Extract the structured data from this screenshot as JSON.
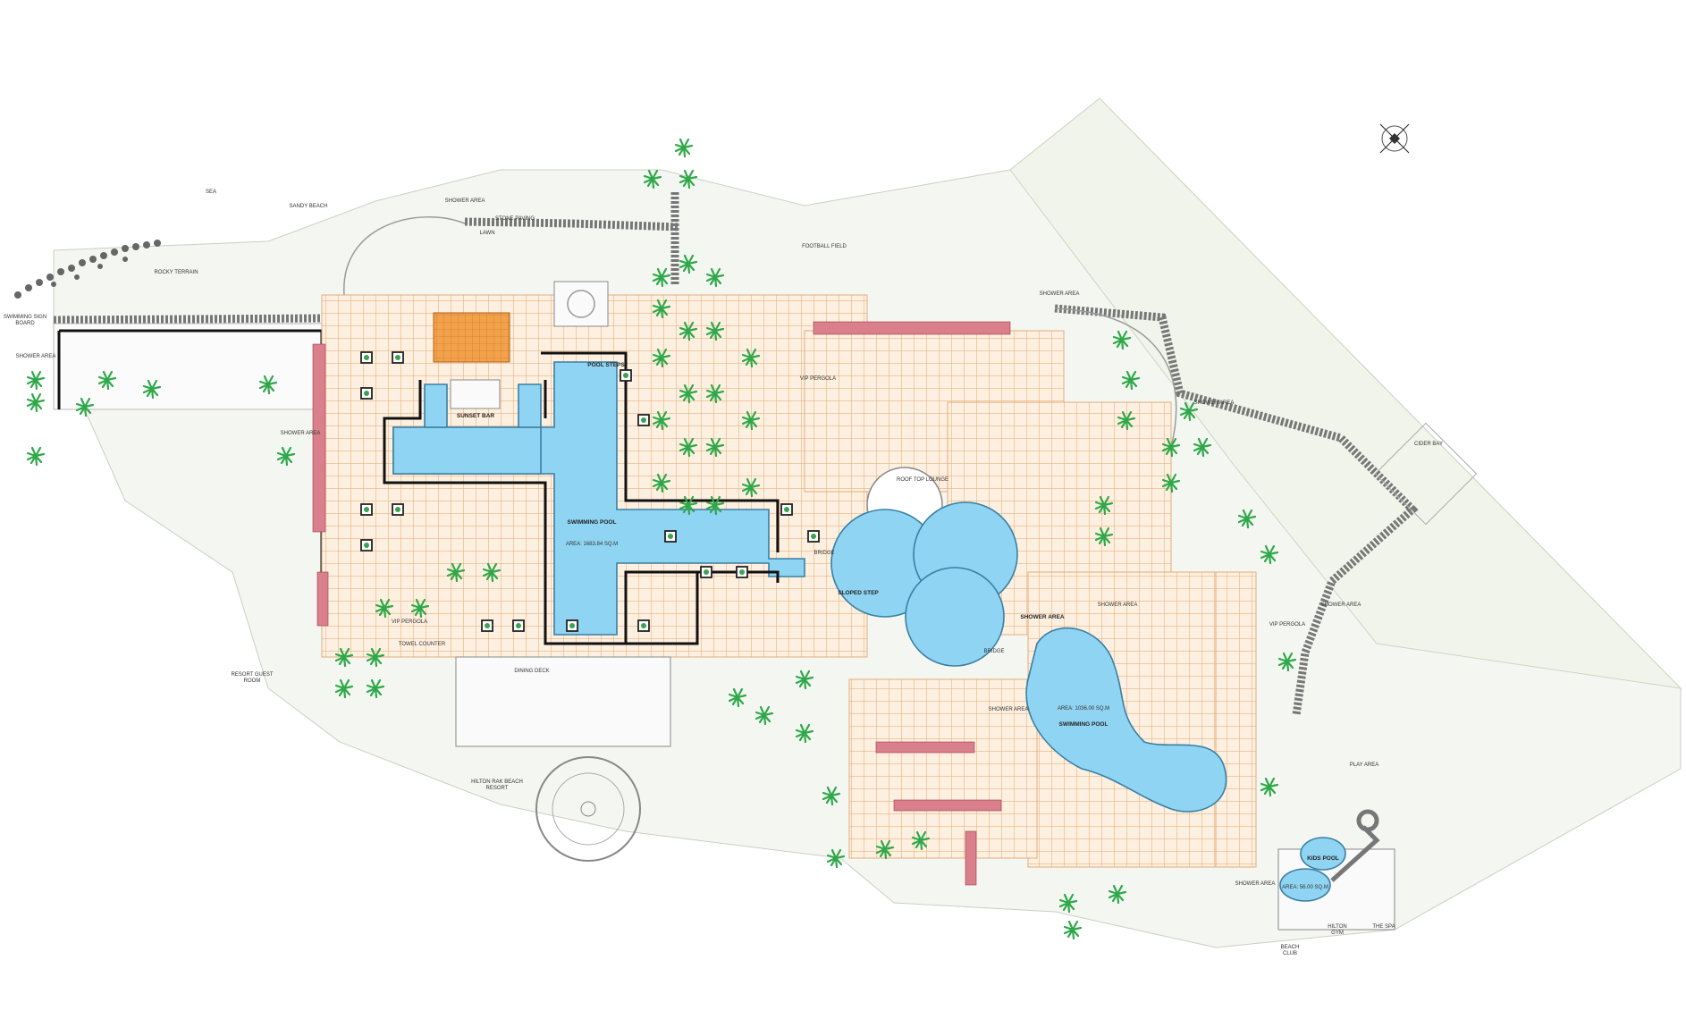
{
  "labels": {
    "sea": "SEA",
    "sandy_beach": "SANDY BEACH",
    "shower_area_top": "SHOWER AREA",
    "stone_paving": "STONE PAVING",
    "lawn": "LAWN",
    "football_field": "FOOTBALL FIELD",
    "rocky_terrain": "ROCKY TERRAIN",
    "swimming_sign_board": "SWIMMING SIGN\nBOARD",
    "shower_area_left": "SHOWER AREA",
    "shower_area_mid_left": "SHOWER AREA",
    "pool_steps": "POOL STEPS",
    "sunset_bar": "SUNSET BAR",
    "swimming_pool_main": "SWIMMING POOL",
    "area_main": "AREA: 1683.84 SQ.M",
    "vip_pergola_top": "VIP PERGOLA",
    "vip_pergola_bottom": "VIP PERGOLA",
    "towel_counter": "TOWEL COUNTER",
    "resort_guest_room": "RESORT GUEST\nROOM",
    "dining_deck": "DINING DECK",
    "hilton_resort": "HILTON RAK BEACH\nRESORT",
    "roof_top_lounge": "ROOF TOP LOUNGE",
    "bridge_1": "BRIDGE",
    "sloped_step": "SLOPED STEP",
    "shower_area_right_top": "SHOWER AREA",
    "shower_area_right": "SHOWER AREA",
    "cider_bay": "CIDER BAY",
    "shower_area_far_right": "SHOWER AREA",
    "shower_area_r2": "SHOWER AREA",
    "shower_area_pool2": "SHOWER AREA",
    "bridge_2": "BRIDGE",
    "shower_area_vert": "SHOWER AREA",
    "swimming_pool_2": "SWIMMING POOL",
    "area_2": "AREA: 1036.00 SQ.M",
    "vip_pergola_right": "VIP PERGOLA",
    "play_area": "PLAY AREA",
    "kids_pool": "KIDS POOL",
    "area_kids": "AREA: 56.00 SQ.M",
    "beach_club": "BEACH\nCLUB",
    "hilton_gym": "HILTON\nGYM",
    "the_spa": "THE SPA",
    "shower_area_bottom": "SHOWER AREA"
  },
  "colors": {
    "water": "#8fd4f2",
    "deck": "#fdeedd",
    "palm": "#2fa84a",
    "hedge": "#d9808c",
    "court": "#f0a040"
  },
  "icons": {
    "compass": "compass-rose-icon",
    "palm": "palm-tree-icon"
  }
}
